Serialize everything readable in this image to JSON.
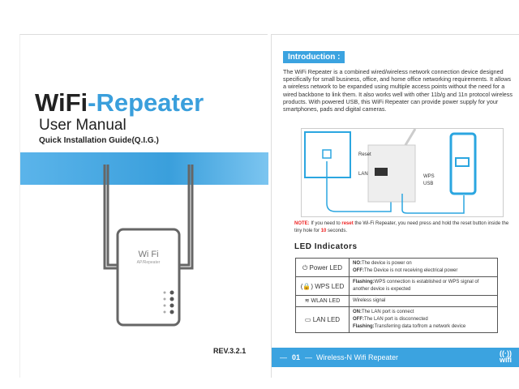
{
  "cover": {
    "title_black": "WiFi",
    "title_blue": "-Repeater",
    "subtitle": "User Manual",
    "guide": "Quick Installation Guide(Q.I.G.)",
    "device_brand": "Wi Fi",
    "device_sub": "AP/Repeater",
    "revision": "REV.3.2.1"
  },
  "intro": {
    "heading": "Introduction :",
    "text": "The WiFi Repeater is a combined wired/wireless network connection device designed specifically for small business, office, and home office networking requirements. It allows a wireless network to be expanded using multiple access points without the need for a wired backbone to link them. It also works well with other 11b/g and 11n protocol wireless products. With powered USB, this WiFi Repeater can provide power supply for your smartphones, pads and digital cameras."
  },
  "diagram": {
    "labels": {
      "reset": "Reset",
      "lan": "LAN",
      "wps": "WPS",
      "usb": "USB"
    }
  },
  "note": {
    "label": "NOTE:",
    "p1": " If you need to ",
    "reset": "reset",
    "p2": " the Wi-Fi Repeater, you need press and hold the reset button inside the tiny hole for ",
    "seconds": "10",
    "p3": " seconds."
  },
  "led": {
    "heading": "LED Indicators",
    "rows": [
      {
        "name": "Power LED",
        "icon": "power-icon",
        "lines": [
          {
            "k": "NO:",
            "v": "The device is power on"
          },
          {
            "k": "OFF:",
            "v": "The Device is not receiving electrical power"
          }
        ]
      },
      {
        "name": "WPS LED",
        "icon": "lock-icon",
        "lines": [
          {
            "k": "Flashing:",
            "v": "WPS connection is established or WPS signal of another device is expected"
          }
        ]
      },
      {
        "name": "WLAN LED",
        "icon": "wifi-icon",
        "lines": [
          {
            "k": "",
            "v": "Wireless signal"
          }
        ]
      },
      {
        "name": "LAN LED",
        "icon": "lan-icon",
        "lines": [
          {
            "k": "ON:",
            "v": "The LAN port is connect"
          },
          {
            "k": "OFF:",
            "v": "The LAN port is disconnected"
          },
          {
            "k": "Flashing:",
            "v": "Transferring data to/from a network device"
          }
        ]
      }
    ]
  },
  "footer": {
    "page": "01",
    "dash": "—",
    "dash2": "—",
    "title": "Wireless-N Wifi Repeater",
    "logo": "wifi"
  }
}
